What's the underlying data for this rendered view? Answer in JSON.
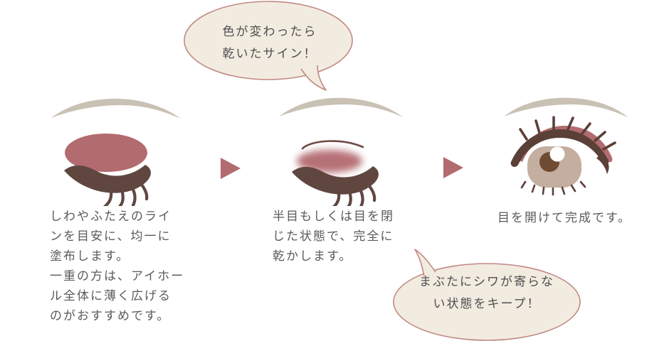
{
  "diagram_title": "eyelid-product-application-steps",
  "bubbles": {
    "top": {
      "text": "色が変わったら\n乾いたサイン！"
    },
    "bottom": {
      "text": "まぶたにシワが寄らな\nい状態をキープ！"
    }
  },
  "steps": [
    {
      "illustration": "closed-eye-product-applied",
      "caption": "しわやふたえのライ\nンを目安に、均一に\n塗布します。\n一重の方は、アイホー\nル全体に薄く広げる\nのがおすすめです。"
    },
    {
      "illustration": "half-closed-eye-drying",
      "caption": "半目もしくは目を閉\nじた状態で、完全に\n乾かします。"
    },
    {
      "illustration": "open-eye-finished",
      "caption": "目を開けて完成です。"
    }
  ],
  "colors": {
    "background": "#ffffff",
    "eyebrow": "#c9c1b4",
    "lid_pink": "#b26b6f",
    "lash_brown": "#5f4740",
    "lash_brown_open_eye": "#5b4038",
    "crease_line": "#6b4a44",
    "iris": "#c4ae9f",
    "pupil": "#6f4b33",
    "arrow": "#b26b6f",
    "bubble_fill": "#f2ebe0",
    "bubble_border": "#c08983",
    "caption_text": "#5a5a5a"
  }
}
